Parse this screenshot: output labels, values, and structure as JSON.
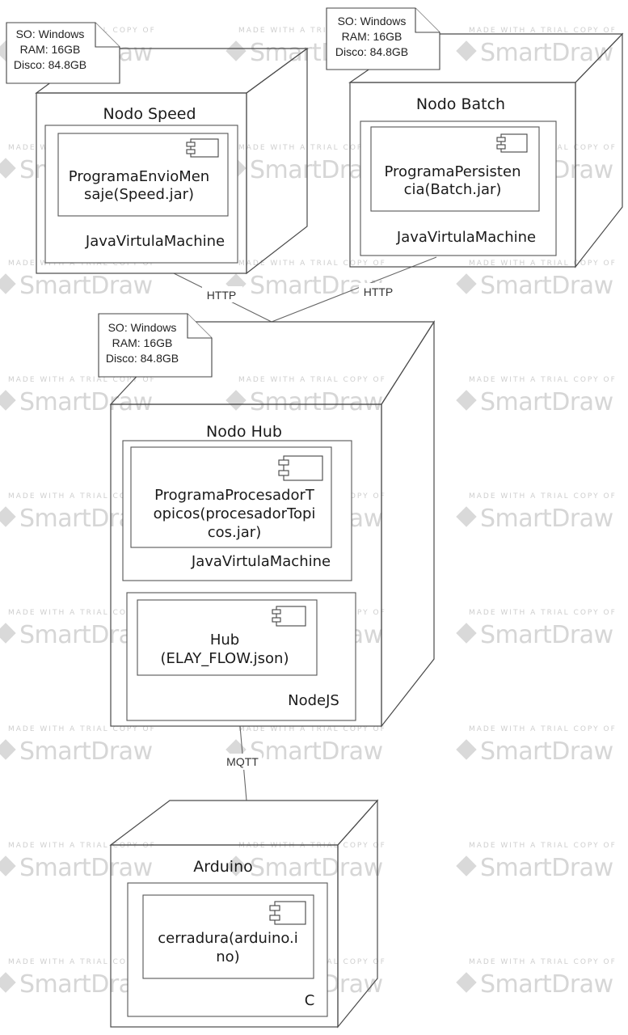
{
  "watermark": {
    "top_text": "MADE WITH A TRIAL COPY OF",
    "brand": "SmartDraw"
  },
  "notes": {
    "speed": {
      "lines": [
        "SO: Windows",
        "RAM: 16GB",
        "Disco: 84.8GB"
      ]
    },
    "batch": {
      "lines": [
        "SO: Windows",
        "RAM: 16GB",
        "Disco: 84.8GB"
      ]
    },
    "hub": {
      "lines": [
        "SO: Windows",
        "RAM: 16GB",
        "Disco: 84.8GB"
      ]
    }
  },
  "nodes": {
    "speed": {
      "title": "Nodo Speed",
      "environment": "JavaVirtulaMachine",
      "artifact": [
        "ProgramaEnvioMen",
        "saje(Speed.jar)"
      ]
    },
    "batch": {
      "title": "Nodo Batch",
      "environment": "JavaVirtulaMachine",
      "artifact": [
        "ProgramaPersisten",
        "cia(Batch.jar)"
      ]
    },
    "hub": {
      "title": "Nodo Hub",
      "jvm": {
        "environment": "JavaVirtulaMachine",
        "artifact": [
          "ProgramaProcesadorT",
          "opicos(procesadorTopi",
          "cos.jar)"
        ]
      },
      "nodejs": {
        "environment": "NodeJS",
        "artifact": [
          "Hub",
          "(ELAY_FLOW.json)"
        ]
      }
    },
    "arduino": {
      "title": "Arduino",
      "environment": "C",
      "artifact": [
        "cerradura(arduino.i",
        "no)"
      ]
    }
  },
  "connections": {
    "speed_hub": "HTTP",
    "batch_hub": "HTTP",
    "hub_arduino": "MQTT"
  }
}
